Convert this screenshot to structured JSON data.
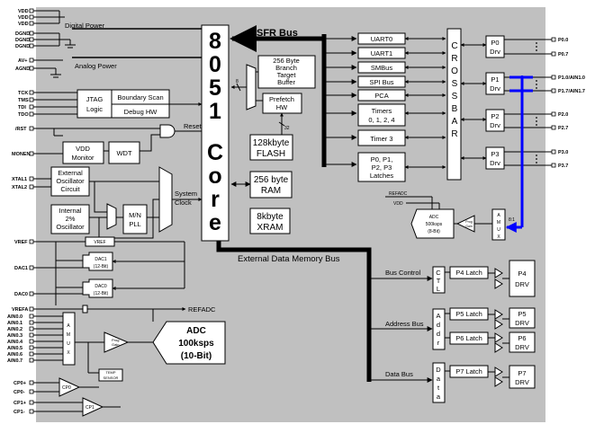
{
  "pins_left": {
    "vdd1": "VDD",
    "vdd2": "VDD",
    "vdd3": "VDD",
    "dgnd1": "DGND",
    "dgnd2": "DGND",
    "dgnd3": "DGND",
    "avp": "AV+",
    "agnd": "AGND",
    "tck": "TCK",
    "tms": "TMS",
    "tdi": "TDI",
    "tdo": "TDO",
    "rst": "/RST",
    "monen": "MONEN",
    "xtal1": "XTAL1",
    "xtal2": "XTAL2",
    "vref": "VREF",
    "dac1": "DAC1",
    "dac0": "DAC0",
    "vrefa": "VREFA",
    "ain0": "AIN0.0",
    "ain1": "AIN0.1",
    "ain2": "AIN0.2",
    "ain3": "AIN0.3",
    "ain4": "AIN0.4",
    "ain5": "AIN0.5",
    "ain6": "AIN0.6",
    "ain7": "AIN0.7",
    "cp0p": "CP0+",
    "cp0m": "CP0-",
    "cp1p": "CP1+",
    "cp1m": "CP1-"
  },
  "power": {
    "digital": "Digital Power",
    "analog": "Analog Power"
  },
  "blocks": {
    "jtag_1": "JTAG",
    "jtag_2": "Logic",
    "boundary_scan": "Boundary Scan",
    "debug_hw": "Debug HW",
    "reset": "Reset",
    "vdd_monitor_1": "VDD",
    "vdd_monitor_2": "Monitor",
    "wdt": "WDT",
    "ext_osc_1": "External",
    "ext_osc_2": "Oscillator",
    "ext_osc_3": "Circuit",
    "int_osc_1": "Internal",
    "int_osc_2": "2%",
    "int_osc_3": "Oscillator",
    "pll_1": "M/N",
    "pll_2": "PLL",
    "sysclk_1": "System",
    "sysclk_2": "Clock",
    "core_digits": [
      "8",
      "0",
      "5",
      "1"
    ],
    "core_word": [
      "C",
      "o",
      "r",
      "e"
    ],
    "branch_1": "256 Byte",
    "branch_2": "Branch",
    "branch_3": "Target",
    "branch_4": "Buffer",
    "prefetch_1": "Prefetch",
    "prefetch_2": "HW",
    "flash_1": "128kbyte",
    "flash_2": "FLASH",
    "ram_1": "256 byte",
    "ram_2": "RAM",
    "xram_1": "8kbyte",
    "xram_2": "XRAM",
    "bus8": "8",
    "bus32": "32",
    "sfr_bus": "SFR Bus",
    "ext_mem_bus": "External Data Memory Bus",
    "uart0": "UART0",
    "uart1": "UART1",
    "smbus": "SMBus",
    "spi": "SPI Bus",
    "pca": "PCA",
    "timers_1": "Timers",
    "timers_2": "0, 1, 2, 4",
    "timer3": "Timer 3",
    "latches_1": "P0, P1,",
    "latches_2": "P2, P3",
    "latches_3": "Latches",
    "crossbar": [
      "C",
      "R",
      "O",
      "S",
      "S",
      "B",
      "A",
      "R"
    ],
    "p0_1": "P0",
    "p0_2": "Drv",
    "p1_1": "P1",
    "p1_2": "Drv",
    "p2_1": "P2",
    "p2_2": "Drv",
    "p3_1": "P3",
    "p3_2": "Drv",
    "refadc_top": "REFADC",
    "vdd_top": "VDD",
    "adc8_1": "ADC",
    "adc8_2": "500ksps",
    "adc8_3": "(8-Bit)",
    "prog_gain_1": "Prog",
    "prog_gain_2": "Gain",
    "amux_v": [
      "A",
      "M",
      "U",
      "X"
    ],
    "mux81": "8:1",
    "vref_box": "VREF",
    "dac1_1": "DAC1",
    "dac1_2": "(12-Bit)",
    "dac0_1": "DAC0",
    "dac0_2": "(12-Bit)",
    "refadc_low": "REFADC",
    "adc12_1": "ADC",
    "adc12_2": "100ksps",
    "adc12_3": "(10-Bit)",
    "temp_1": "TEMP",
    "temp_2": "SENSOR",
    "cp0": "CP0",
    "cp1": "CP1",
    "bus_control": "Bus Control",
    "address_bus": "Address Bus",
    "data_bus": "Data Bus",
    "ctl": [
      "C",
      "T",
      "L"
    ],
    "addr": [
      "A",
      "d",
      "d",
      "r"
    ],
    "data": [
      "D",
      "a",
      "t",
      "a"
    ],
    "p4_latch": "P4 Latch",
    "p5_latch": "P5 Latch",
    "p6_latch": "P6 Latch",
    "p7_latch": "P7 Latch",
    "p4drv_1": "P4",
    "p4drv_2": "DRV",
    "p5drv_1": "P5",
    "p5drv_2": "DRV",
    "p6drv_1": "P6",
    "p6drv_2": "DRV",
    "p7drv_1": "P7",
    "p7drv_2": "DRV"
  },
  "pins_right": {
    "p00": "P0.0",
    "p07": "P0.7",
    "p10": "P1.0/AIN1.0",
    "p17": "P1.7/AIN1.7",
    "p20": "P2.0",
    "p27": "P2.7",
    "p30": "P3.0",
    "p37": "P3.7"
  },
  "colors": {
    "background": "#c0c0c0",
    "analog_mux_wire": "#0000ff"
  }
}
